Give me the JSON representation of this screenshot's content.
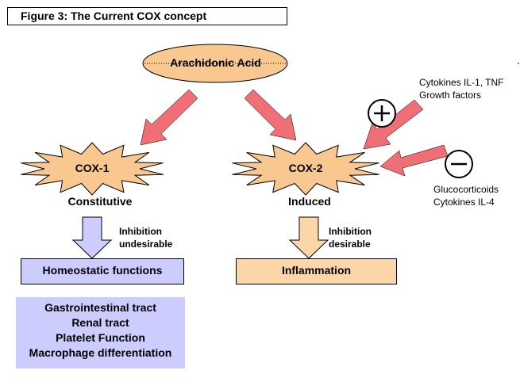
{
  "title": "Figure 3: The Current COX concept",
  "nodes": {
    "arachidonic_acid": "Arachidonic Acid",
    "cox1": "COX-1",
    "cox2": "COX-2",
    "cox1_type": "Constitutive",
    "cox2_type": "Induced",
    "homeostatic": "Homeostatic functions",
    "inflammation": "Inflammation"
  },
  "inhibition": {
    "left_line1": "Inhibition",
    "left_line2": "undesirable",
    "right_line1": "Inhibition",
    "right_line2": "desirable"
  },
  "stimulators": {
    "line1": "Cytokines IL-1, TNF",
    "line2": "Growth factors",
    "sign": "+"
  },
  "inhibitors": {
    "line1": "Glucocorticoids",
    "line2": "Cytokines IL-4",
    "sign": "−"
  },
  "functions_list": [
    "Gastrointestinal tract",
    "Renal tract",
    "Platelet Function",
    "Macrophage differentiation"
  ],
  "colors": {
    "peach_fill": "#F9C891",
    "peach_box": "#FCD6A8",
    "red_arrow": "#F06E76",
    "lavender_arrow": "#CCCCFF",
    "lavender_box": "#CCCCFF"
  }
}
